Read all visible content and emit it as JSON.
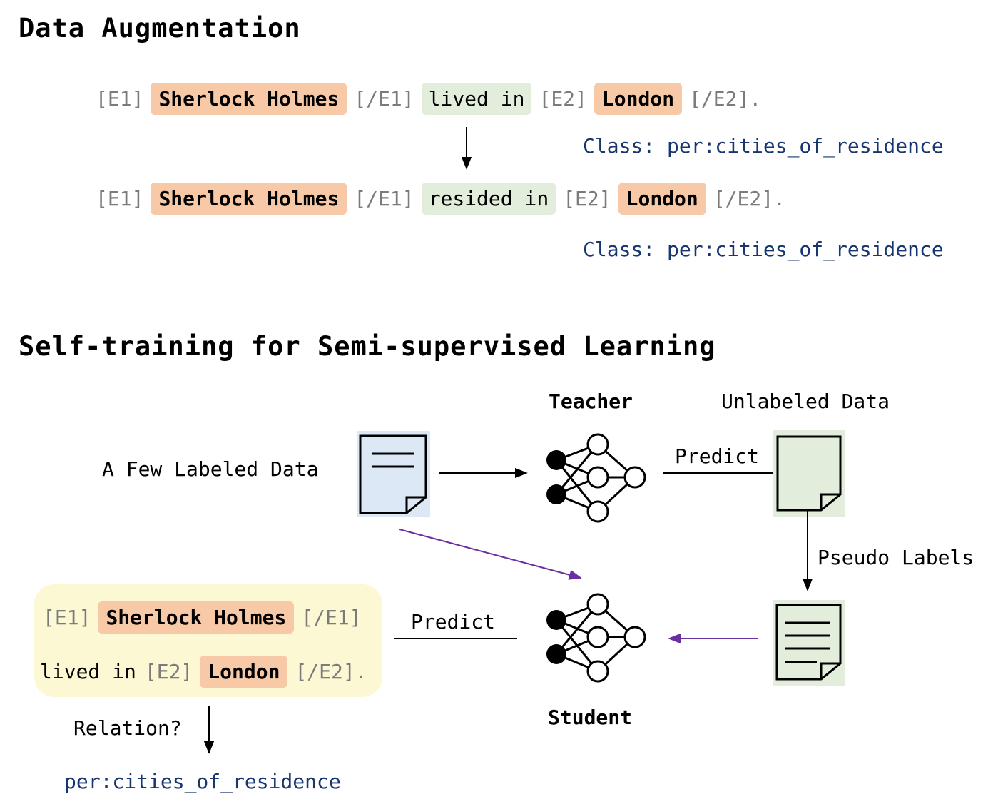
{
  "augmentation": {
    "title": "Data Augmentation",
    "original": {
      "e1_open": "[E1]",
      "e1": "Sherlock Holmes",
      "e1_close": "[/E1]",
      "context": "lived in",
      "e2_open": "[E2]",
      "e2": "London",
      "e2_close": "[/E2]."
    },
    "augmented": {
      "e1_open": "[E1]",
      "e1": "Sherlock Holmes",
      "e1_close": "[/E1]",
      "context": "resided in",
      "e2_open": "[E2]",
      "e2": "London",
      "e2_close": "[/E2]."
    },
    "class_1": "Class: per:cities_of_residence",
    "class_2": "Class: per:cities_of_residence"
  },
  "self_training": {
    "title": "Self-training for Semi-supervised Learning",
    "teacher_label": "Teacher",
    "unlabeled_label": "Unlabeled Data",
    "labeled_label": "A Few Labeled Data",
    "predict_top": "Predict",
    "pseudo_labels": "Pseudo Labels",
    "predict_bottom": "Predict",
    "student_label": "Student",
    "example": {
      "e1_open": "[E1]",
      "e1": "Sherlock Holmes",
      "e1_close": "[/E1]",
      "context": "lived in",
      "e2_open": "[E2]",
      "e2": "London",
      "e2_close": "[/E2]."
    },
    "relation_question": "Relation?",
    "relation_answer": "per:cities_of_residence"
  },
  "colors": {
    "entity": "#f8c9a7",
    "context": "#e2eedb",
    "doc_blue": "#dce8f5",
    "doc_green": "#e2eedb",
    "example_box": "#fbf8d3",
    "class_text": "#17356e",
    "purple_arrow": "#6a2fa0"
  },
  "icons": [
    "document-icon",
    "neural-network-icon"
  ]
}
